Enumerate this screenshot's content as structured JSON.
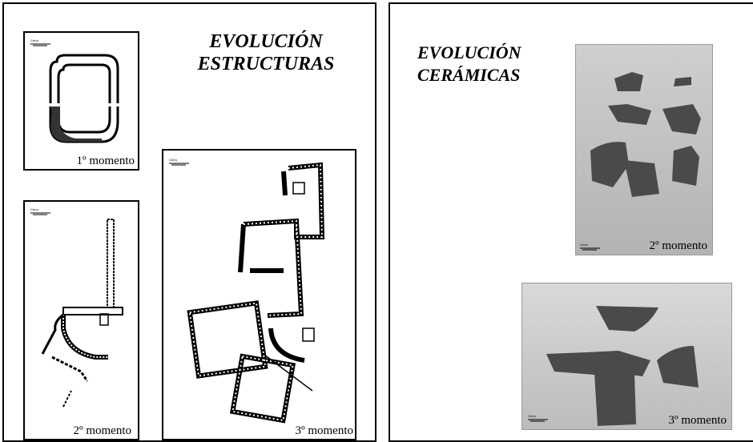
{
  "left_panel": {
    "title_line1": "EVOLUCIÓN",
    "title_line2": "ESTRUCTURAS",
    "plans": [
      {
        "caption": "1º momento"
      },
      {
        "caption": "2º momento"
      },
      {
        "caption": "3º momento"
      }
    ]
  },
  "right_panel": {
    "title_line1": "EVOLUCIÓN",
    "title_line2": "CERÁMICAS",
    "photos": [
      {
        "caption": "2º momento"
      },
      {
        "caption": "3º momento"
      }
    ]
  },
  "colors": {
    "ink": "#000000",
    "photo_bg_top": "#c9c9c9",
    "photo_bg_bottom": "#a9a9a9",
    "sherd": "#4a4a4a"
  },
  "icons": [
    "site-logo-icon"
  ]
}
